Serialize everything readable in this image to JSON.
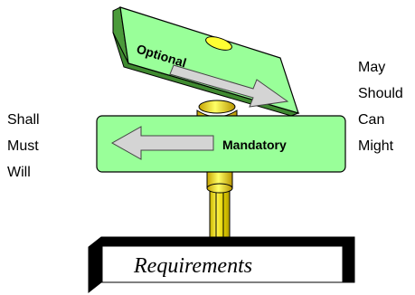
{
  "left_words": [
    "Shall",
    "Must",
    "Will"
  ],
  "right_words": [
    "May",
    "Should",
    "Can",
    "Might"
  ],
  "signs": {
    "optional_label": "Optional",
    "mandatory_label": "Mandatory",
    "base_label": "Requirements"
  },
  "colors": {
    "sign_fill": "#99ff99",
    "sign_dark_edge": "#339933",
    "arrow_fill": "#d4d4d4",
    "post_fill": "#e0d000",
    "clamp_fill": "#ffff33",
    "base_fill": "#ffffff",
    "base_shadow": "#000000"
  },
  "icons": {
    "left_arrow": "arrow-left-icon",
    "right_arrow": "arrow-down-right-icon"
  }
}
